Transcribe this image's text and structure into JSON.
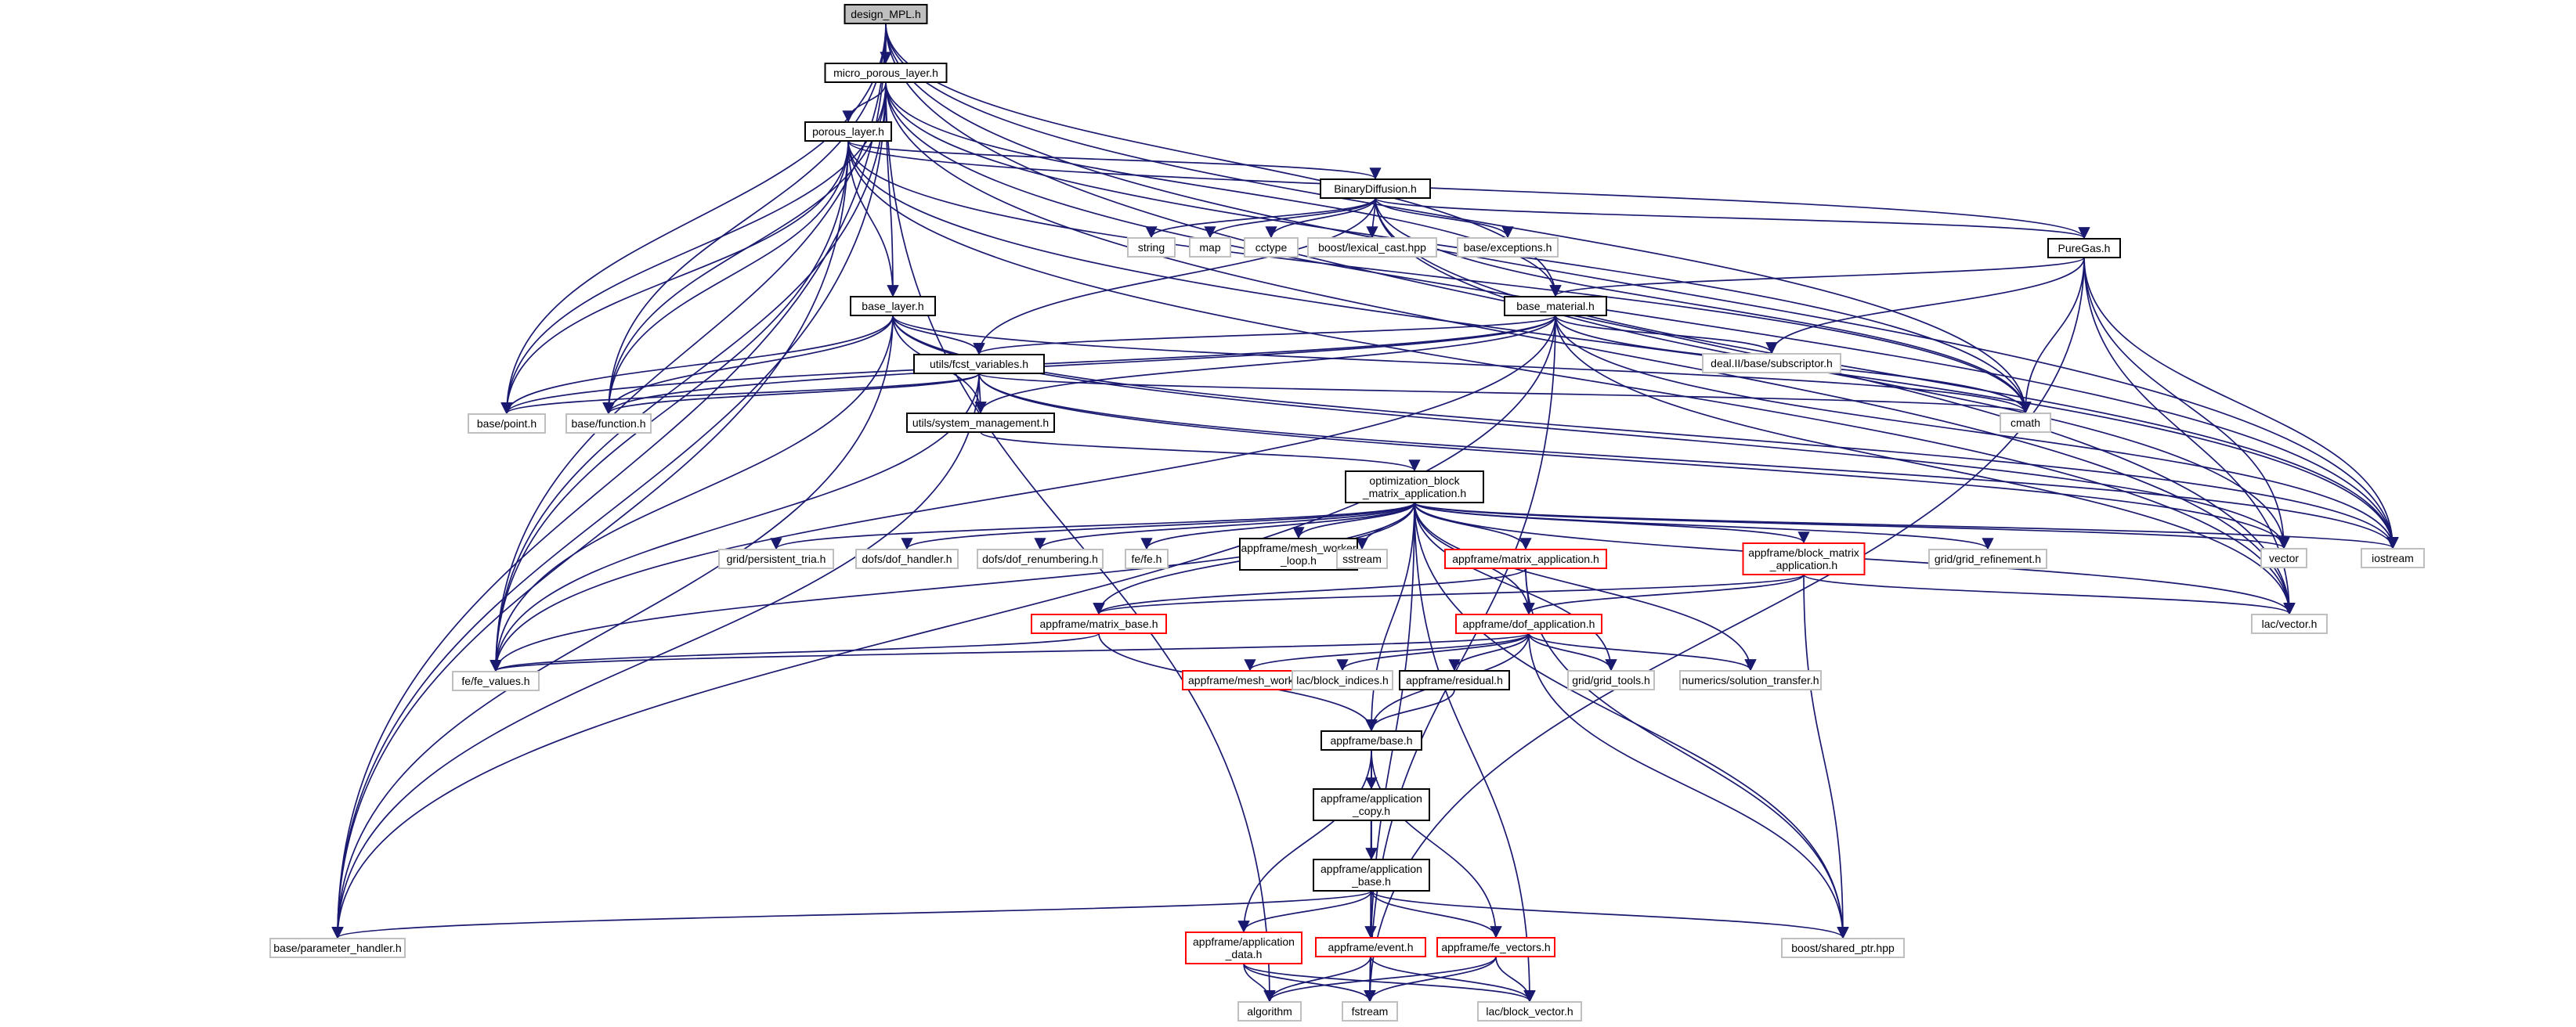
{
  "graph": {
    "title": "design_MPL.h",
    "style": {
      "edge_color": "#191970",
      "root_fill": "#bfbfbf",
      "border_colors": {
        "root": "#000000",
        "documented": "#000000",
        "external": "#bfbfbf",
        "incomplete": "#ff0000"
      }
    },
    "nodes": [
      {
        "id": "design_mpl",
        "lines": [
          "design_MPL.h"
        ],
        "kind": "root"
      },
      {
        "id": "micro_porous_layer",
        "lines": [
          "micro_porous_layer.h"
        ],
        "kind": "documented"
      },
      {
        "id": "porous_layer",
        "lines": [
          "porous_layer.h"
        ],
        "kind": "documented"
      },
      {
        "id": "binary_diffusion",
        "lines": [
          "BinaryDiffusion.h"
        ],
        "kind": "documented"
      },
      {
        "id": "pure_gas",
        "lines": [
          "PureGas.h"
        ],
        "kind": "documented"
      },
      {
        "id": "base_layer",
        "lines": [
          "base_layer.h"
        ],
        "kind": "documented"
      },
      {
        "id": "base_material",
        "lines": [
          "base_material.h"
        ],
        "kind": "documented"
      },
      {
        "id": "fcst_variables",
        "lines": [
          "utils/fcst_variables.h"
        ],
        "kind": "documented"
      },
      {
        "id": "system_management",
        "lines": [
          "utils/system_management.h"
        ],
        "kind": "documented"
      },
      {
        "id": "optimization_block",
        "lines": [
          "optimization_block",
          "_matrix_application.h"
        ],
        "kind": "documented"
      },
      {
        "id": "mesh_worker_loop",
        "lines": [
          "appframe/mesh_worker",
          "_loop.h"
        ],
        "kind": "documented"
      },
      {
        "id": "residual",
        "lines": [
          "appframe/residual.h"
        ],
        "kind": "documented"
      },
      {
        "id": "appframe_base",
        "lines": [
          "appframe/base.h"
        ],
        "kind": "documented"
      },
      {
        "id": "application_copy",
        "lines": [
          "appframe/application",
          "_copy.h"
        ],
        "kind": "documented"
      },
      {
        "id": "application_base",
        "lines": [
          "appframe/application",
          "_base.h"
        ],
        "kind": "documented"
      },
      {
        "id": "matrix_application",
        "lines": [
          "appframe/matrix_application.h"
        ],
        "kind": "incomplete"
      },
      {
        "id": "block_matrix_application",
        "lines": [
          "appframe/block_matrix",
          "_application.h"
        ],
        "kind": "incomplete"
      },
      {
        "id": "matrix_base",
        "lines": [
          "appframe/matrix_base.h"
        ],
        "kind": "incomplete"
      },
      {
        "id": "dof_application",
        "lines": [
          "appframe/dof_application.h"
        ],
        "kind": "incomplete"
      },
      {
        "id": "mesh_worker",
        "lines": [
          "appframe/mesh_worker.h"
        ],
        "kind": "incomplete"
      },
      {
        "id": "application_data",
        "lines": [
          "appframe/application",
          "_data.h"
        ],
        "kind": "incomplete"
      },
      {
        "id": "event",
        "lines": [
          "appframe/event.h"
        ],
        "kind": "incomplete"
      },
      {
        "id": "fe_vectors",
        "lines": [
          "appframe/fe_vectors.h"
        ],
        "kind": "incomplete"
      },
      {
        "id": "string",
        "lines": [
          "string"
        ],
        "kind": "external"
      },
      {
        "id": "map",
        "lines": [
          "map"
        ],
        "kind": "external"
      },
      {
        "id": "cctype",
        "lines": [
          "cctype"
        ],
        "kind": "external"
      },
      {
        "id": "lexical_cast",
        "lines": [
          "boost/lexical_cast.hpp"
        ],
        "kind": "external"
      },
      {
        "id": "exceptions",
        "lines": [
          "base/exceptions.h"
        ],
        "kind": "external"
      },
      {
        "id": "subscriptor",
        "lines": [
          "deal.II/base/subscriptor.h"
        ],
        "kind": "external"
      },
      {
        "id": "point",
        "lines": [
          "base/point.h"
        ],
        "kind": "external"
      },
      {
        "id": "function",
        "lines": [
          "base/function.h"
        ],
        "kind": "external"
      },
      {
        "id": "cmath",
        "lines": [
          "cmath"
        ],
        "kind": "external"
      },
      {
        "id": "persistent_tria",
        "lines": [
          "grid/persistent_tria.h"
        ],
        "kind": "external"
      },
      {
        "id": "dof_handler",
        "lines": [
          "dofs/dof_handler.h"
        ],
        "kind": "external"
      },
      {
        "id": "dof_renumbering",
        "lines": [
          "dofs/dof_renumbering.h"
        ],
        "kind": "external"
      },
      {
        "id": "fe",
        "lines": [
          "fe/fe.h"
        ],
        "kind": "external"
      },
      {
        "id": "sstream",
        "lines": [
          "sstream"
        ],
        "kind": "external"
      },
      {
        "id": "grid_refinement",
        "lines": [
          "grid/grid_refinement.h"
        ],
        "kind": "external"
      },
      {
        "id": "vector",
        "lines": [
          "vector"
        ],
        "kind": "external"
      },
      {
        "id": "iostream",
        "lines": [
          "iostream"
        ],
        "kind": "external"
      },
      {
        "id": "lac_vector",
        "lines": [
          "lac/vector.h"
        ],
        "kind": "external"
      },
      {
        "id": "fe_values",
        "lines": [
          "fe/fe_values.h"
        ],
        "kind": "external"
      },
      {
        "id": "block_indices",
        "lines": [
          "lac/block_indices.h"
        ],
        "kind": "external"
      },
      {
        "id": "grid_tools",
        "lines": [
          "grid/grid_tools.h"
        ],
        "kind": "external"
      },
      {
        "id": "solution_transfer",
        "lines": [
          "numerics/solution_transfer.h"
        ],
        "kind": "external"
      },
      {
        "id": "parameter_handler",
        "lines": [
          "base/parameter_handler.h"
        ],
        "kind": "external"
      },
      {
        "id": "shared_ptr",
        "lines": [
          "boost/shared_ptr.hpp"
        ],
        "kind": "external"
      },
      {
        "id": "algorithm",
        "lines": [
          "algorithm"
        ],
        "kind": "external"
      },
      {
        "id": "fstream",
        "lines": [
          "fstream"
        ],
        "kind": "external"
      },
      {
        "id": "block_vector",
        "lines": [
          "lac/block_vector.h"
        ],
        "kind": "external"
      }
    ]
  }
}
